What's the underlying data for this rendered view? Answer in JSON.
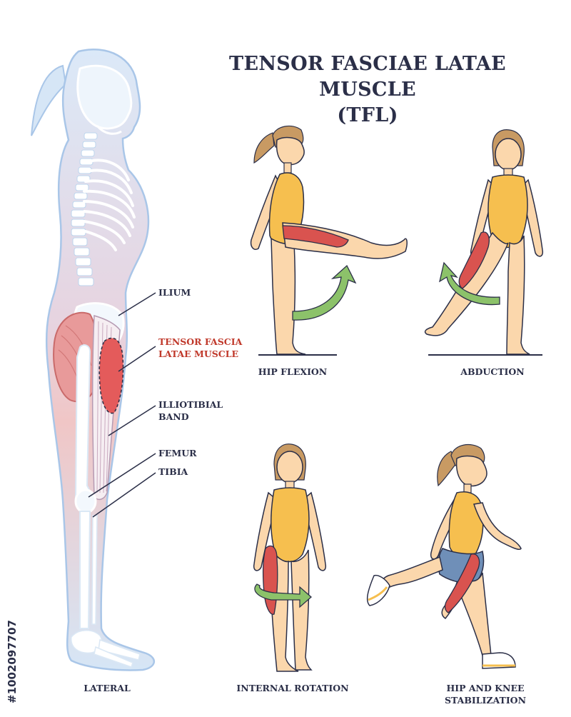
{
  "title": {
    "line1": "TENSOR FASCIAE LATAE MUSCLE",
    "line2": "(TFL)"
  },
  "anatomy_labels": {
    "ilium": "ILIUM",
    "tfl_line1": "TENSOR FASCIA",
    "tfl_line2": "LATAE MUSCLE",
    "itb_line1": "ILLIOTIBIAL",
    "itb_line2": "BAND",
    "femur": "FEMUR",
    "tibia": "TIBIA"
  },
  "captions": {
    "lateral": "LATERAL",
    "hip_flexion": "HIP FLEXION",
    "abduction": "ABDUCTION",
    "internal_rotation": "INTERNAL ROTATION",
    "stabilization_line1": "HIP AND KNEE",
    "stabilization_line2": "STABILIZATION"
  },
  "stock_id": "#1002097707",
  "colors": {
    "ink": "#2b2f48",
    "muscle_red": "#c0392b",
    "muscle_fill": "#d9534f",
    "skin": "#fbd7ac",
    "swimsuit": "#f6bf4f",
    "hair": "#c89a63",
    "arrow_green": "#8cc26a",
    "skeleton_blue": "#cfe3f7",
    "body_outline": "#a9c6e8",
    "shorts": "#6f8fb8"
  }
}
